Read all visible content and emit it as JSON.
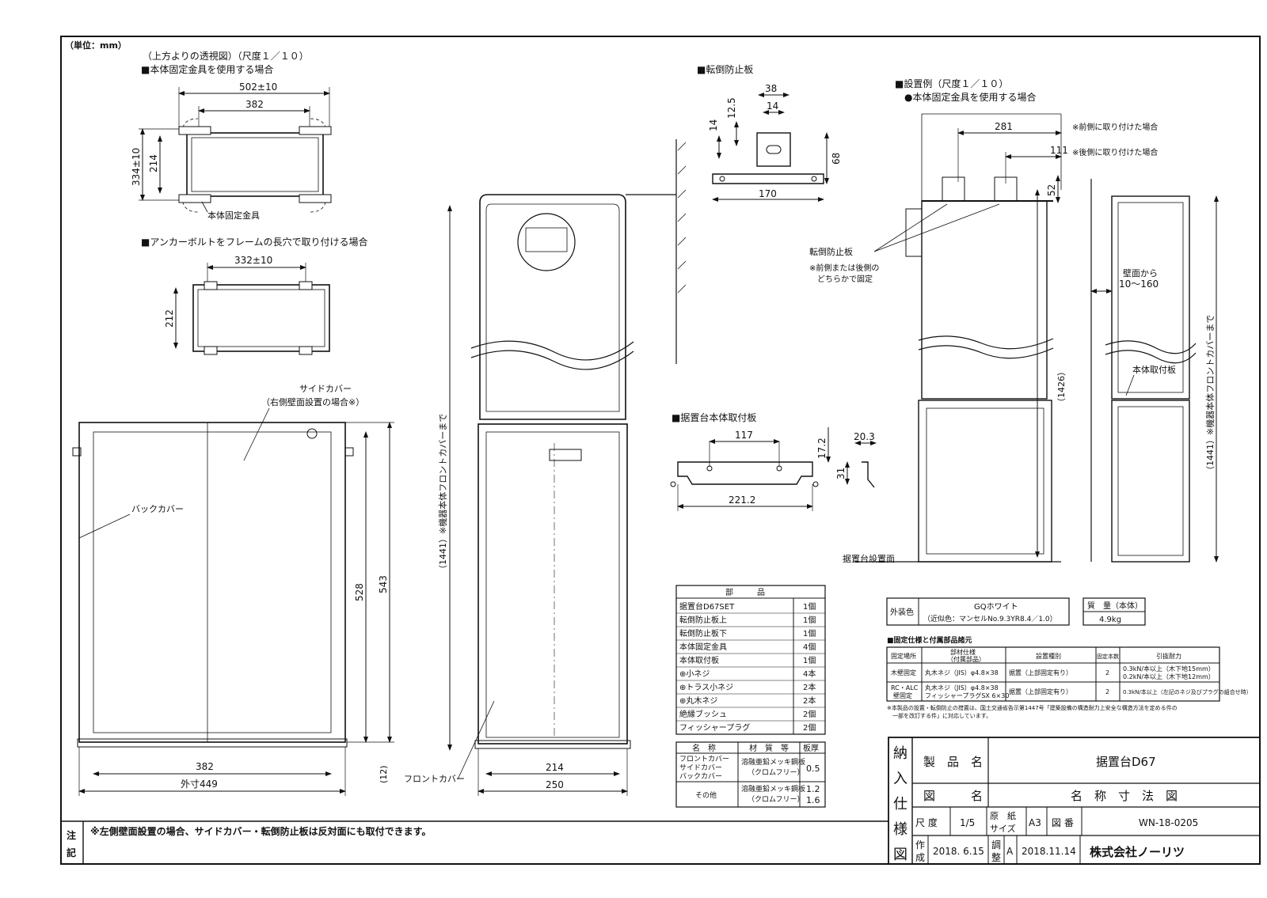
{
  "unit": "（単位：mm）",
  "top_view": {
    "title": "（上方よりの透視図）（尺度１／１０）",
    "case1": "■本体固定金具を使用する場合",
    "dim_502": "502±10",
    "dim_382": "382",
    "dim_334": "334±10",
    "dim_214": "214",
    "label_bracket": "本体固定金具",
    "case2": "■アンカーボルトをフレームの長穴で取り付ける場合",
    "dim_332": "332±10",
    "dim_212": "212"
  },
  "side_view": {
    "side_cover": "サイドカバー",
    "side_cover_note": "（右側壁面設置の場合※）",
    "back_cover": "バックカバー",
    "dim_528": "528",
    "dim_543": "543",
    "dim_382": "382",
    "dim_449": "外寸449",
    "dim_12": "(12)"
  },
  "front_view": {
    "dim_1441": "（1441）※機器本体フロントカバーまで",
    "front_cover": "フロントカバー",
    "dim_214": "214",
    "dim_250": "250"
  },
  "anti_tip": {
    "title": "■転倒防止板",
    "dim_38": "38",
    "dim_14a": "14",
    "dim_12_5": "12.5",
    "dim_14b": "14",
    "dim_68": "68",
    "dim_170": "170"
  },
  "mount_plate": {
    "title": "■据置台本体取付板",
    "dim_117": "117",
    "dim_17_2": "17.2",
    "dim_20_3": "20.3",
    "dim_31": "31",
    "dim_221": "221.2"
  },
  "install": {
    "title": "■設置例（尺度１／１０）",
    "subtitle": "●本体固定金具を使用する場合",
    "dim_281": "281",
    "note_front": "※前側に取り付けた場合",
    "dim_111": "111",
    "note_back": "※後側に取り付けた場合",
    "dim_52": "52",
    "anti_tip_label": "転倒防止板",
    "anti_tip_note1": "※前側または後側の",
    "anti_tip_note2": "どちらかで固定",
    "wall_from": "壁面から",
    "wall_range": "10〜160",
    "dim_1426": "（1426）",
    "body_plate": "本体取付板",
    "dim_1441": "（1441）※機器本体フロントカバーまで",
    "floor": "据置台設置面"
  },
  "parts": {
    "header": "部　　　品",
    "rows": [
      {
        "name": "据置台D67SET",
        "qty": "1個"
      },
      {
        "name": "転倒防止板上",
        "qty": "1個"
      },
      {
        "name": "転倒防止板下",
        "qty": "1個"
      },
      {
        "name": "本体固定金具",
        "qty": "4個"
      },
      {
        "name": "本体取付板",
        "qty": "1個"
      },
      {
        "name": "⊕小ネジ",
        "qty": "4本"
      },
      {
        "name": "⊕トラス小ネジ",
        "qty": "2本"
      },
      {
        "name": "⊕丸木ネジ",
        "qty": "2本"
      },
      {
        "name": "絶縁ブッシュ",
        "qty": "2個"
      },
      {
        "name": "フィッシャープラグ",
        "qty": "2個"
      }
    ]
  },
  "materials": {
    "h_name": "名　称",
    "h_material": "材　質　等",
    "h_thick": "板厚",
    "r1_name": [
      "フロントカバー",
      "サイドカバー",
      "バックカバー"
    ],
    "r1_mat": [
      "溶融亜鉛メッキ鋼板",
      "（クロムフリー）"
    ],
    "r1_thick": "0.5",
    "r2_name": "その他",
    "r2_mat": [
      "溶融亜鉛メッキ鋼板",
      "（クロムフリー）"
    ],
    "r2_thick": [
      "1.2",
      "1.6"
    ]
  },
  "finish": {
    "label": "外装色",
    "color": "GQホワイト",
    "approx": "（近似色：マンセルNo.9.3YR8.4／1.0）",
    "mass_label": "質　量（本体）",
    "mass": "4.9kg"
  },
  "fixing": {
    "title": "■固定仕様と付属部品諸元",
    "h1": "固定場所",
    "h2a": "部材仕様",
    "h2b": "（付属部品）",
    "h3": "設置種別",
    "h4": "固定本数",
    "h5": "引抜耐力",
    "r1": [
      "木壁固定",
      "丸木ネジ（JIS）φ4.8×38",
      "据置（上部固定有り）",
      "2",
      "0.3kN/本以上（木下地15mm）",
      "0.2kN/本以上（木下地12mm）"
    ],
    "r2a": [
      "RC・ALC",
      "壁固定"
    ],
    "r2b": [
      "丸木ネジ（JIS）φ4.8×38",
      "フィッシャープラグSX 6×30"
    ],
    "r2c": [
      "据置（上部固定有り）",
      "2",
      "0.3kN/本以上（左記のネジ及びプラグの組合せ時）"
    ],
    "note1": "※本製品の設置・転倒防止の措置は、国土交通省告示第1447号「建築設備の構造耐力上安全な構造方法を定める件の",
    "note2": "　一部を改訂する件」に対応しています。"
  },
  "notes": {
    "label": [
      "注",
      "記"
    ],
    "text": "※左側壁面設置の場合、サイドカバー・転倒防止板は反対面にも取付できます。"
  },
  "title_block": {
    "vertical": [
      "納",
      "入",
      "仕",
      "様",
      "図"
    ],
    "product_label": "製　品　名",
    "product": "据置台D67",
    "drawing_label": "図　　　名",
    "drawing": "名　称　寸　法　図",
    "scale_label": "尺 度",
    "scale": "1/5",
    "paper_label": [
      "原　紙",
      "サイズ"
    ],
    "paper": "A3",
    "number_label": "図 番",
    "number": "WN-18-0205",
    "made_label": [
      "作",
      "成"
    ],
    "made": "2018. 6.15",
    "rev_label": [
      "調",
      "整"
    ],
    "rev_mark": "A",
    "rev": "2018.11.14",
    "company": "株式会社ノーリツ"
  }
}
